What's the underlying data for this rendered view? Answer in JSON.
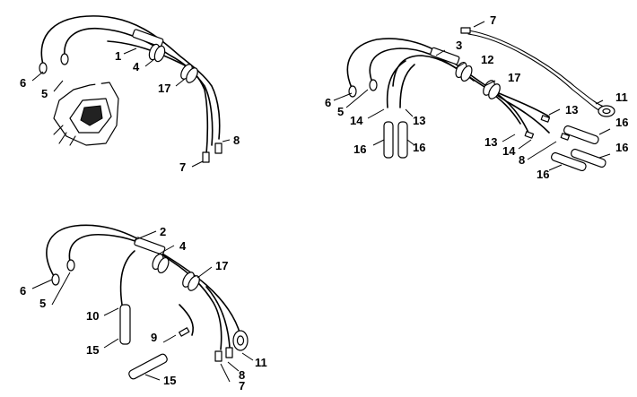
{
  "diagram": {
    "labels": {
      "a1": "1",
      "a4": "4",
      "a17": "17",
      "a6": "6",
      "a5": "5",
      "a8": "8",
      "a7": "7",
      "b7": "7",
      "b3": "3",
      "b12": "12",
      "b17": "17",
      "b6": "6",
      "b5": "5",
      "b11": "11",
      "b14a": "14",
      "b13a": "13",
      "b13b": "13",
      "b16a": "16",
      "b16b": "16",
      "b16c": "16",
      "b13c": "13",
      "b14b": "14",
      "b8": "8",
      "b16d": "16",
      "b16e": "16",
      "c2": "2",
      "c4": "4",
      "c17": "17",
      "c6": "6",
      "c5": "5",
      "c10": "10",
      "c15a": "15",
      "c9": "9",
      "c11": "11",
      "c8": "8",
      "c15b": "15",
      "c7": "7"
    }
  }
}
